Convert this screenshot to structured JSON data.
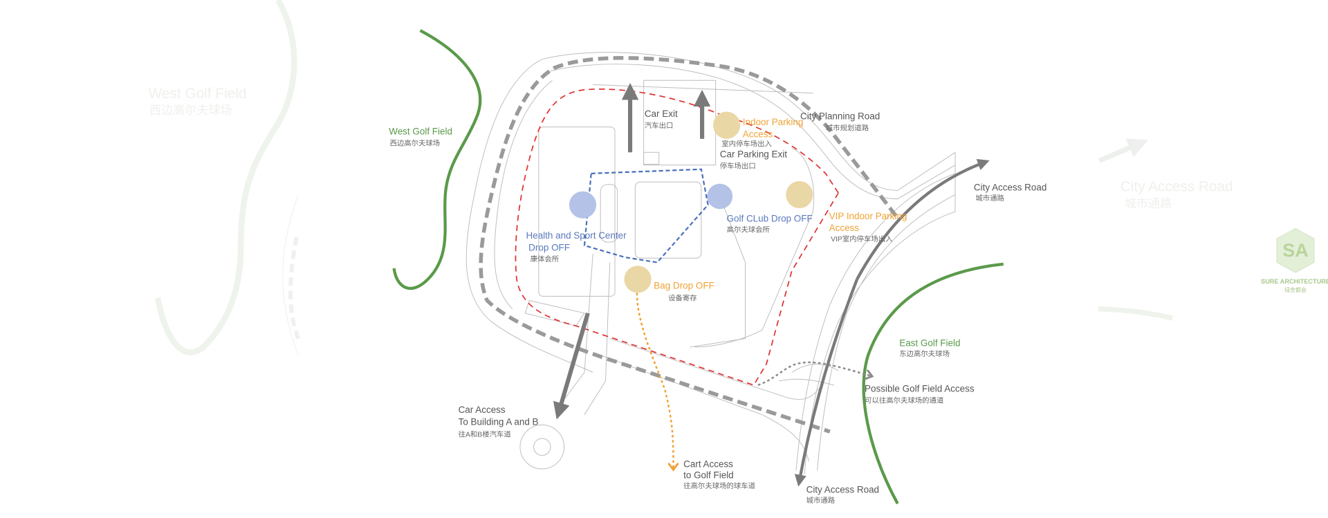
{
  "colors": {
    "green": "#5a9a4a",
    "blue": "#5b78bd",
    "orange": "#f0a234",
    "gray_road": "#9a9a9a",
    "red_route": "#e03030",
    "tan_marker": "#ead7a6",
    "blue_marker": "#b3c2e6"
  },
  "faded": {
    "west_golf_en": "West Golf Field",
    "west_golf_cn": "西边高尔夫球场",
    "city_access_en": "City Access Road",
    "city_access_cn": "城市通路"
  },
  "logo": {
    "name": "SURE ARCHITECTURE",
    "cn": "绿舍都会",
    "mark": "SA"
  },
  "labels": {
    "west_golf": {
      "en": "West Golf Field",
      "cn": "西边高尔夫球场"
    },
    "east_golf": {
      "en": "East Golf Field",
      "cn": "东边高尔夫球场"
    },
    "car_exit": {
      "en": "Car Exit",
      "cn": "汽车出口"
    },
    "indoor_parking": {
      "en1": "Indoor Parking",
      "en2": "Access",
      "cn": "室内停车场出入"
    },
    "car_parking_exit": {
      "en": "Car  Parking Exit",
      "cn": "停车场出口"
    },
    "city_planning_road": {
      "en": "City Planning Road",
      "cn": "城市规划道路"
    },
    "city_access_road_ne": {
      "en": "City Access Road",
      "cn": "城市通路"
    },
    "golf_club_dropoff": {
      "en": "Golf CLub Drop OFF",
      "cn": "高尔夫球会所"
    },
    "vip_parking": {
      "en1": "VIP Indoor Parking",
      "en2": "Access",
      "cn": "VIP室内停车场出入"
    },
    "health_center": {
      "en1": "Health and Sport Center",
      "en2": "Drop OFF",
      "cn": "康体会所"
    },
    "bag_drop": {
      "en": "Bag Drop OFF",
      "cn": "设备寄存"
    },
    "possible_access": {
      "en": "Possible Golf Field Access",
      "cn": "可以往高尔夫球场的通道"
    },
    "car_access": {
      "en1": "Car Access",
      "en2": "To Building A and B",
      "cn": "往A和B楼汽车道"
    },
    "cart_access": {
      "en1": "Cart Access",
      "en2": "to  Golf Field",
      "cn": "往高尔夫球场的球车道"
    },
    "city_access_road_s": {
      "en": "City Access Road",
      "cn": "城市通路"
    }
  }
}
